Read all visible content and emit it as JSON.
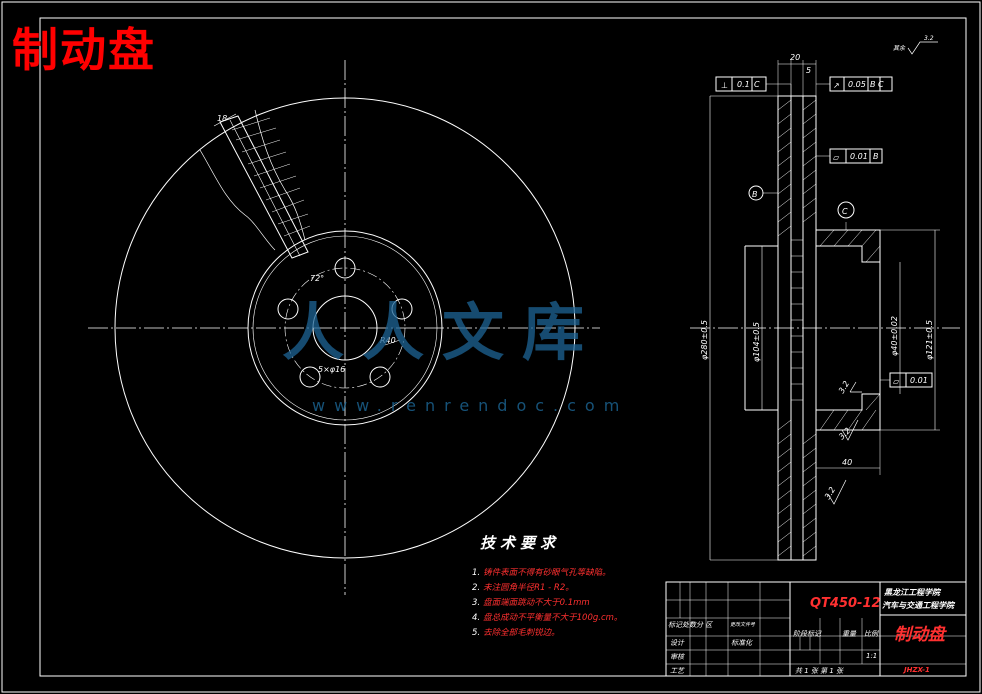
{
  "drawing": {
    "big_title": "制动盘",
    "watermark_name": "人人文库",
    "watermark_url": "www.renrendoc.com",
    "roughness_note": "其余",
    "roughness_value": "3.2"
  },
  "front_view": {
    "hole_pattern_label": "5×φ16",
    "pcd_label": "72°",
    "center_bore_label": "R40",
    "section_label": "18"
  },
  "side_view": {
    "width_label": "20",
    "thin_label": "5",
    "outer_dia": "φ280±0.5",
    "inner_dia": "φ104±0.5",
    "hub_dia": "φ121±0.5",
    "hole_dia": "φ40±0.02",
    "hub_depth": "40",
    "datum_b": "B",
    "datum_c": "C",
    "tol_perp": "0.1",
    "tol_runout": "0.05",
    "tol_flat": "0.01",
    "tol_flat2": "0.01",
    "roughness_a": "3.2",
    "roughness_b": "3.2",
    "roughness_c": "3.2",
    "datum_ref_c": "C",
    "datum_ref_bc": "B C",
    "datum_ref_b": "B"
  },
  "requirements": {
    "title": "技术要求",
    "items": [
      {
        "num": "1.",
        "text": "铸件表面不得有砂眼气孔等缺陷。"
      },
      {
        "num": "2.",
        "text": "未注圆角半径R1 - R2。"
      },
      {
        "num": "3.",
        "text": "盘面端面跳动不大于0.1mm"
      },
      {
        "num": "4.",
        "text": "盘总成动不平衡量不大于100g.cm。"
      },
      {
        "num": "5.",
        "text": "去除全部毛刺锐边。"
      }
    ]
  },
  "title_block": {
    "part_no": "QT450-12",
    "school_line1": "黑龙江工程学院",
    "school_line2": "汽车与交通工程学院",
    "part_name": "制动盘",
    "mark_row": "标记处数分 区",
    "change_doc": "更改文件号",
    "design": "设计",
    "standard": "标准化",
    "stage_mark": "阶段标记",
    "weight": "重量",
    "scale": "比例",
    "scale_value": "1:1",
    "review": "审核",
    "process": "工艺",
    "sheets": "共 1 张  第 1 张",
    "drawing_no": "JHZX-1"
  }
}
